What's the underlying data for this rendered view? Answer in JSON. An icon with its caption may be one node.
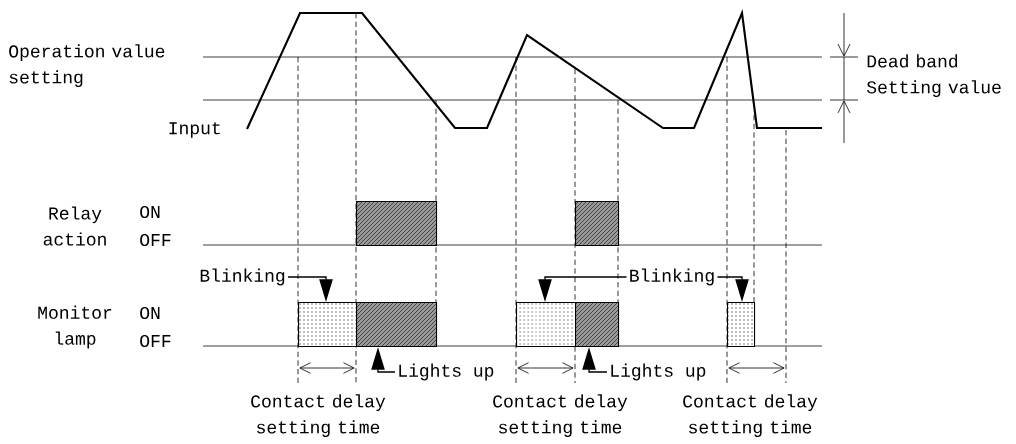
{
  "diagram": {
    "nodes": [
      {
        "text": [
          "Blinking"
        ]
      },
      {
        "text": [
          "Blinking"
        ]
      },
      {
        "text": [
          "Lights up"
        ]
      },
      {
        "text": [
          "Lights up"
        ]
      },
      {
        "text": [],
        "shape": "box"
      },
      {
        "text": [],
        "shape": "box"
      },
      {
        "text": [],
        "shape": "box"
      },
      {
        "text": [],
        "shape": "box"
      },
      {
        "text": [],
        "shape": "box"
      },
      {
        "text": [],
        "shape": "box"
      },
      {
        "text": [],
        "shape": "box"
      }
    ],
    "edges": [
      {
        "from": 0,
        "to": 6,
        "arrow": "to"
      },
      {
        "from": 1,
        "to": 8,
        "arrow": "to"
      },
      {
        "from": 1,
        "to": 10,
        "arrow": "to"
      },
      {
        "from": 2,
        "to": 7,
        "arrow": "to"
      },
      {
        "from": 3,
        "to": 9,
        "arrow": "to"
      }
    ],
    "labels": [
      "Operation value setting",
      "Input",
      "Dead band Setting value",
      "Relay action",
      "ON",
      "OFF",
      "Monitor lamp",
      "ON",
      "OFF",
      "Contact delay setting time",
      "Contact delay setting time",
      "Contact delay setting time"
    ]
  }
}
